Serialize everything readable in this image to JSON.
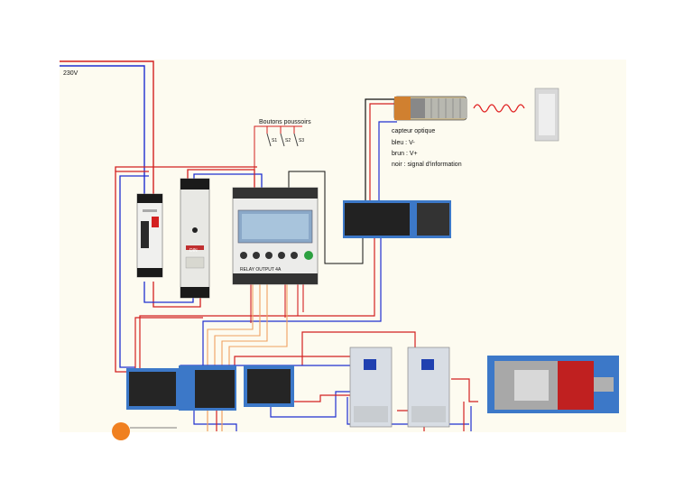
{
  "supply": {
    "label": "230V"
  },
  "buttons": {
    "title": "Boutons poussoirs",
    "items": [
      "S1",
      "S2",
      "S3"
    ]
  },
  "sensor": {
    "title": "capteur optique",
    "legend": [
      "bleu : V-",
      "brun : V+",
      "noir : signal d'information"
    ]
  },
  "module_labels": {
    "controller_bottom": "RELAY OUTPUT 4A",
    "psu_brand": "DIN"
  },
  "colors": {
    "phase": "#d32020",
    "neutral": "#2030d0",
    "signal": "#111111",
    "control": "#f0a060",
    "rail": "#3c78c8",
    "sheet": "#fdfbf0"
  }
}
